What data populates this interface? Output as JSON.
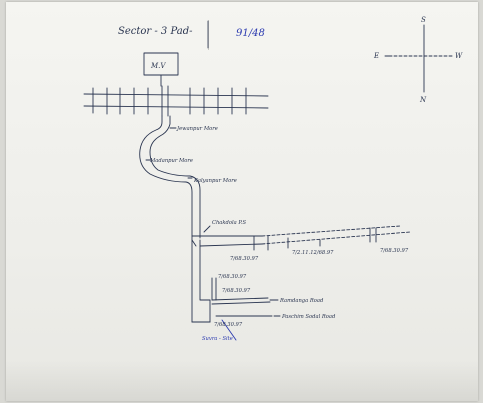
{
  "header": {
    "sector_label": "Sector - 3  Pad-",
    "number": "91/48"
  },
  "compass": {
    "n": "N",
    "s": "S",
    "e": "E",
    "w": "W"
  },
  "labels": {
    "mv": "M.V",
    "road_1": "Jewanpur More",
    "road_2": "Madanpur More",
    "road_3": "Kalyanpur More",
    "road_4": "Chakdola P.S",
    "plot_a": "7/68.30.97",
    "plot_b": "7/2.11.12/68.97",
    "plot_c": "7/68.30.97",
    "plot_d": "7/68.30.97",
    "plot_e": "7/68.30.97",
    "plot_f": "7/68.30.97",
    "ramdanga": "Ramdanga Road",
    "paschim": "Paschim Sodal Road",
    "footer": "Suvra - Site"
  },
  "colors": {
    "ink": "#2a3550",
    "blue": "#2b3ab0",
    "paper": "#f3f3ef"
  }
}
